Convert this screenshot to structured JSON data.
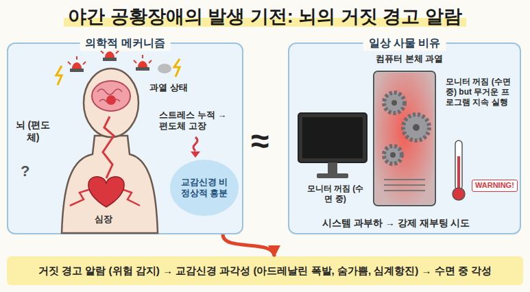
{
  "diagram": {
    "title": "야간 공황장애의 발생 기전: 뇌의 거짓 경고 알람",
    "nodes": [
      {
        "text": [
          "의학적 메커니즘"
        ]
      },
      {
        "text": [
          "교감신경 비정상적 흥분"
        ],
        "in": 0
      },
      {
        "text": [
          "일상 사물 비유"
        ]
      },
      {
        "text": [
          "거짓 경고 알람 (위험 감지) → 교감신경 과각성 (아드레날린 폭발, 숨가쁨, 심계항진) → 수면 중 각성"
        ]
      }
    ],
    "edges": [
      {
        "from": 0,
        "to": 3,
        "arrow": "to"
      }
    ],
    "labels": [
      "과열 상태",
      "뇌 (편도체)",
      "스트레스 누적 → 편도체 고장",
      "?",
      "심장",
      "≈",
      "컴퓨터 본체 과열",
      "모니터 꺼짐 (수면 중) but 무거운 프로그램 지속 실행",
      "모니터 꺼짐 (수면 중)",
      "WARNING!",
      "시스템 과부하 → 강제 재부팅 시도"
    ]
  }
}
